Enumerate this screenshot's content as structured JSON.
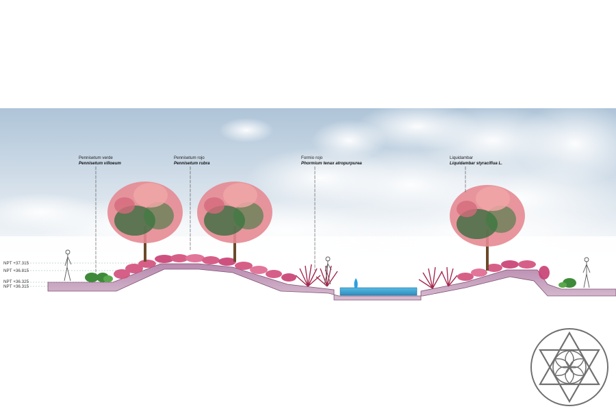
{
  "labels": [
    {
      "common": "Pennisetum verde",
      "scientific": "Pennisetum villoeum"
    },
    {
      "common": "Pennisetum rojo",
      "scientific": "Pennisetum rubra"
    },
    {
      "common": "Formio rojo",
      "scientific": "Phormium tenax atropurpurea"
    },
    {
      "common": "Liquidambar",
      "scientific": "Liquidambar styraciflua L."
    }
  ],
  "levels": [
    "NPT +37.315",
    "NPT +36.815",
    "NPT +36.325",
    "NPT +36.315"
  ],
  "colors": {
    "sky_top": "#b7cadb",
    "cloud": "#f4f5f7",
    "ground_fill": "#c9a7c2",
    "ground_edge": "#7d4f72",
    "water": "#3aa3d2",
    "foliage_pink": "#e58a92",
    "foliage_green": "#2f6b3a",
    "grass_pink": "#d3527e",
    "grass_green": "#4e9c45",
    "logo": "#6d6d6d"
  },
  "logo": {
    "icon": "hexagram-rosette-icon"
  }
}
